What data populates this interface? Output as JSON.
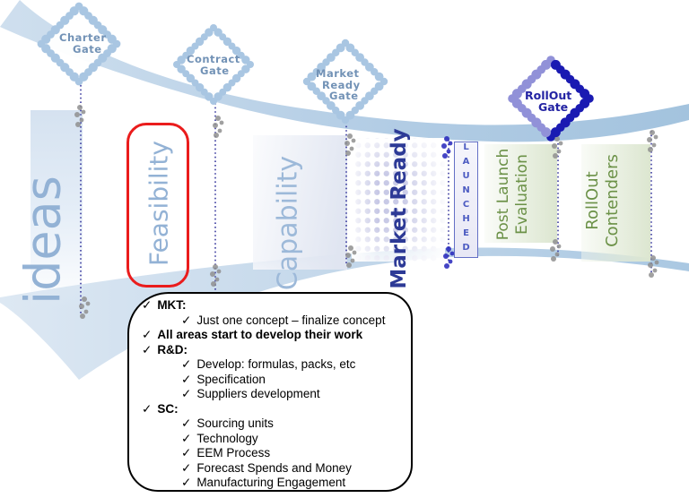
{
  "gates": [
    {
      "id": "charter-gate",
      "lines": [
        "Charter",
        "Gate"
      ]
    },
    {
      "id": "contract-gate",
      "lines": [
        "Contract",
        "Gate"
      ]
    },
    {
      "id": "market-ready-gate",
      "lines": [
        "Market",
        "Ready",
        "Gate"
      ]
    },
    {
      "id": "rollout-gate",
      "lines": [
        "RollOut",
        "Gate"
      ]
    }
  ],
  "stages": {
    "ideas": "ideas",
    "feasibility": "Feasibility",
    "capability": "Capability",
    "market_ready": "Market Ready",
    "launched": "LAUNCHED",
    "post_launch": [
      "Post Launch",
      "Evaluation"
    ],
    "rollout_contenders": [
      "RollOut",
      "Contenders"
    ]
  },
  "highlighted_stage": "Feasibility",
  "callout": {
    "check": "✓",
    "items": [
      {
        "text": "MKT:",
        "bold": true,
        "level": 1
      },
      {
        "text": "Just one concept – finalize concept",
        "bold": false,
        "level": 2
      },
      {
        "text": "All areas start to develop their work",
        "bold": true,
        "level": 1
      },
      {
        "text": "R&D:",
        "bold": true,
        "level": 1
      },
      {
        "text": "Develop: formulas, packs, etc",
        "bold": false,
        "level": 2
      },
      {
        "text": "Specification",
        "bold": false,
        "level": 2
      },
      {
        "text": "Suppliers development",
        "bold": false,
        "level": 2
      },
      {
        "text": "SC:",
        "bold": true,
        "level": 1
      },
      {
        "text": "Sourcing units",
        "bold": false,
        "level": 2
      },
      {
        "text": "Technology",
        "bold": false,
        "level": 2
      },
      {
        "text": "EEM Process",
        "bold": false,
        "level": 2
      },
      {
        "text": "Forecast Spends and Money",
        "bold": false,
        "level": 2
      },
      {
        "text": "Manufacturing Engagement",
        "bold": false,
        "level": 2
      }
    ]
  },
  "colors": {
    "band_blue_left": "#cbddec",
    "band_blue_right": "#a3c3de",
    "light_label_blue": "#93b2d5",
    "navy": "#2d3a96",
    "launched_blue": "#4d5cc2",
    "green": "#6b9147",
    "gate_label_blue": "#7292b6",
    "rollout_gate_navy": "#2323a3",
    "highlight_red": "#ea1c1c",
    "gate_dot_light": "#a9c6e2",
    "gate_dot_purple": "#9191d8",
    "gate_dot_dark": "#1a1ab2",
    "dotted_line": "#3a3a9e",
    "cluster_gray": "#8f8f8f",
    "cluster_blue": "#2525bb"
  }
}
